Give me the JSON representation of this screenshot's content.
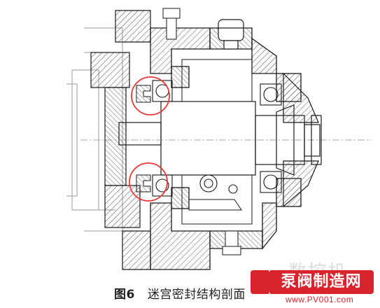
{
  "figure": {
    "number_label": "图6",
    "title": "迷宫密封结构剖面"
  },
  "watermark": {
    "logo_text": "泵阀制造网",
    "url": "www.PV001.com",
    "faint_text": "数控机"
  },
  "colors": {
    "line": "#1a1a1a",
    "hatch": "#555555",
    "highlight_circle": "#e53935",
    "watermark_red": "#d9232d"
  }
}
